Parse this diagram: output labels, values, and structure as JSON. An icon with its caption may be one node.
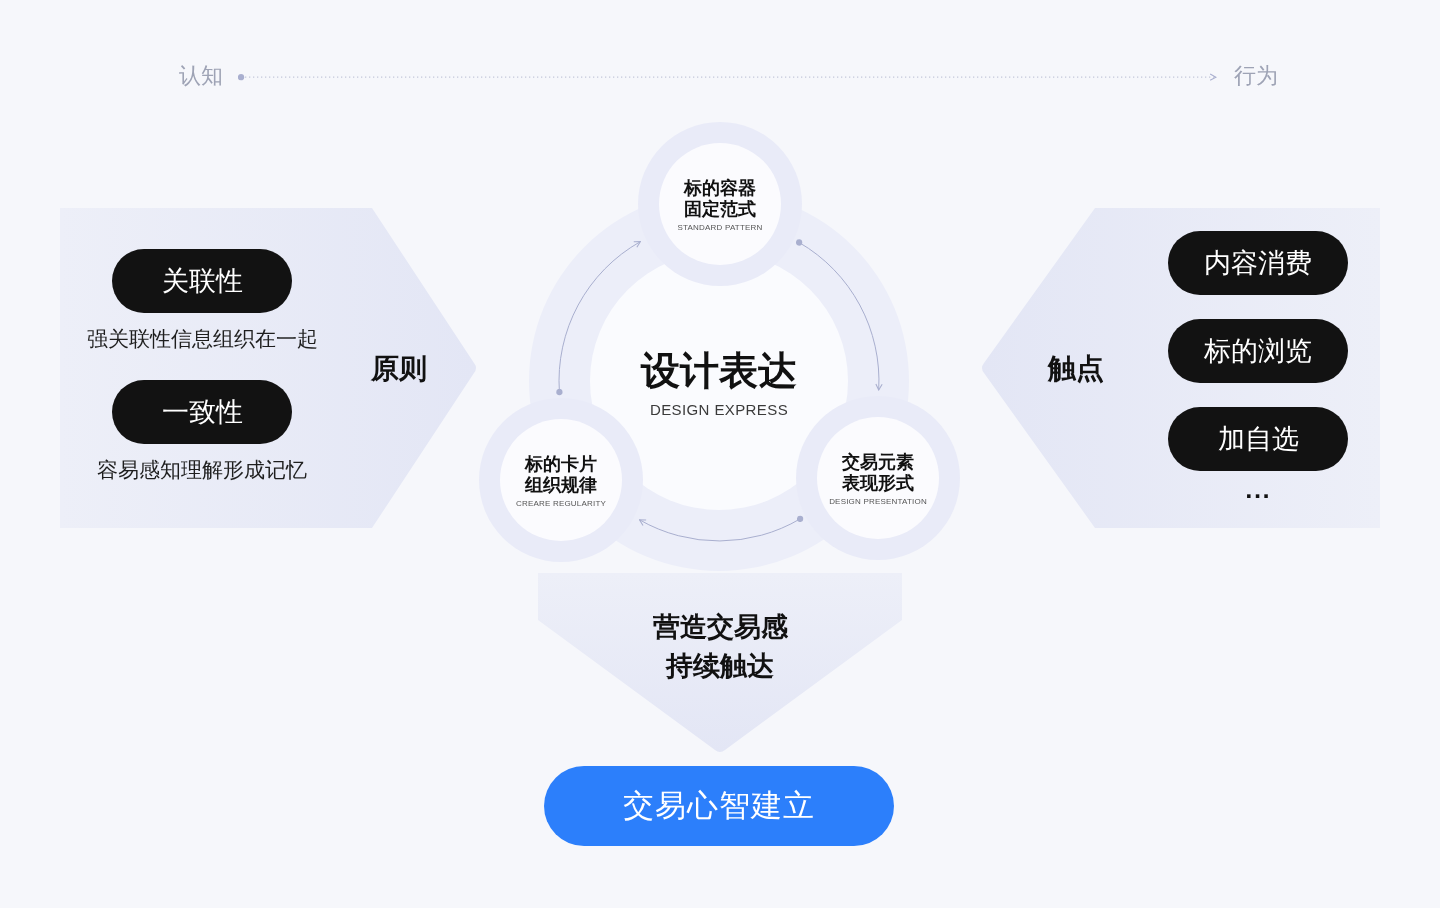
{
  "diagram": {
    "nodes": [
      {
        "text": [
          "认知"
        ]
      },
      {
        "text": [
          "行为"
        ]
      },
      {
        "text": [
          "原则"
        ]
      },
      {
        "text": [
          "关联性"
        ],
        "in": 2,
        "beside": [
          "强关联性信息组织在一起"
        ]
      },
      {
        "text": [
          "一致性"
        ],
        "in": 2,
        "beside": [
          "容易感知理解形成记忆"
        ]
      },
      {
        "text": [
          "设计表达",
          "DESIGN EXPRESS"
        ]
      },
      {
        "text": [
          "标的容器固定范式",
          "STANDARD PATTERN"
        ]
      },
      {
        "text": [
          "交易元素表现形式",
          "DESIGN PRESENTATION"
        ]
      },
      {
        "text": [
          "标的卡片组织规律",
          "CREARE REGULARITY"
        ]
      },
      {
        "text": [
          "触点"
        ]
      },
      {
        "text": [
          "内容消费"
        ],
        "in": 9
      },
      {
        "text": [
          "标的浏览"
        ],
        "in": 9
      },
      {
        "text": [
          "加自选"
        ],
        "in": 9
      },
      {
        "text": [
          "营造交易感持续触达"
        ]
      },
      {
        "text": [
          "交易心智建立"
        ]
      }
    ],
    "edges": [
      {
        "from": 0,
        "to": 1,
        "arrow": "to",
        "style": "dashed"
      },
      {
        "from": 6,
        "to": 7,
        "arrow": "to"
      },
      {
        "from": 7,
        "to": 8,
        "arrow": "to"
      },
      {
        "from": 8,
        "to": 6,
        "arrow": "to"
      }
    ],
    "labels": [
      "..."
    ]
  }
}
